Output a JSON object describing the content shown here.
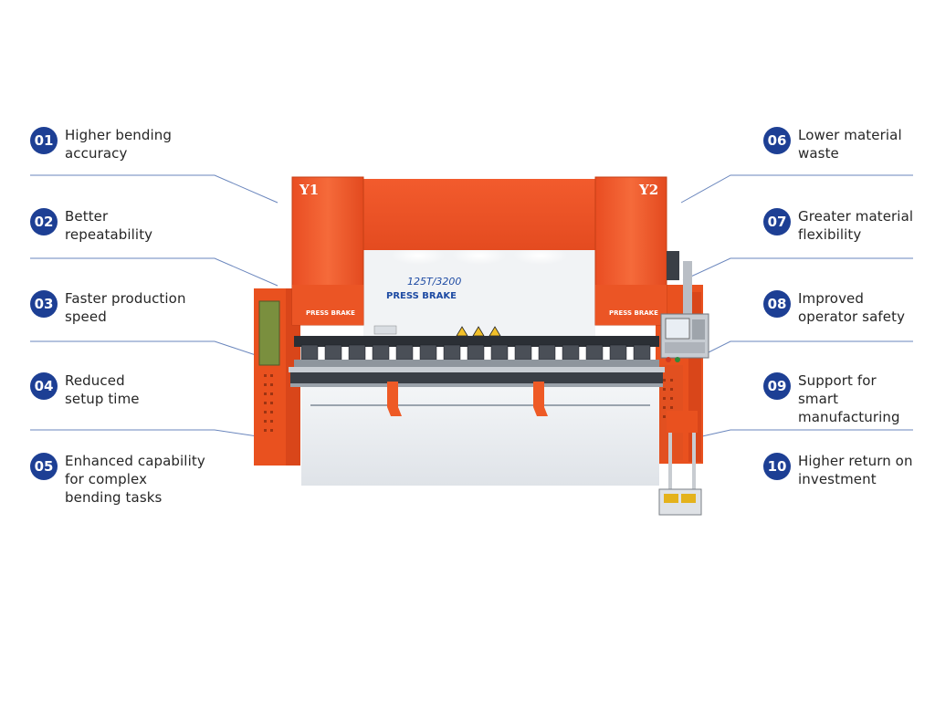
{
  "features_left": [
    {
      "number": "01",
      "text": "Higher bending\naccuracy"
    },
    {
      "number": "02",
      "text": "Better\nrepeatability"
    },
    {
      "number": "03",
      "text": "Faster production\nspeed"
    },
    {
      "number": "04",
      "text": "Reduced\nsetup time"
    },
    {
      "number": "05",
      "text": "Enhanced capability\nfor complex\nbending tasks"
    }
  ],
  "features_right": [
    {
      "number": "06",
      "text": "Lower material\nwaste"
    },
    {
      "number": "07",
      "text": "Greater material\nflexibility"
    },
    {
      "number": "08",
      "text": "Improved\noperator safety"
    },
    {
      "number": "09",
      "text": "Support for\nsmart\nmanufacturing"
    },
    {
      "number": "10",
      "text": "Higher return on\ninvestment"
    }
  ],
  "machine": {
    "cylinder_left_label": "Y1",
    "cylinder_right_label": "Y2",
    "model_label": "125T/3200",
    "name_label": "PRESS BRAKE",
    "badge_left": "PRESS BRAKE",
    "badge_right": "PRESS BRAKE"
  },
  "colors": {
    "accent_orange": "#f0562a",
    "badge_blue": "#1d3f94",
    "line_blue": "#5a7bb5"
  }
}
